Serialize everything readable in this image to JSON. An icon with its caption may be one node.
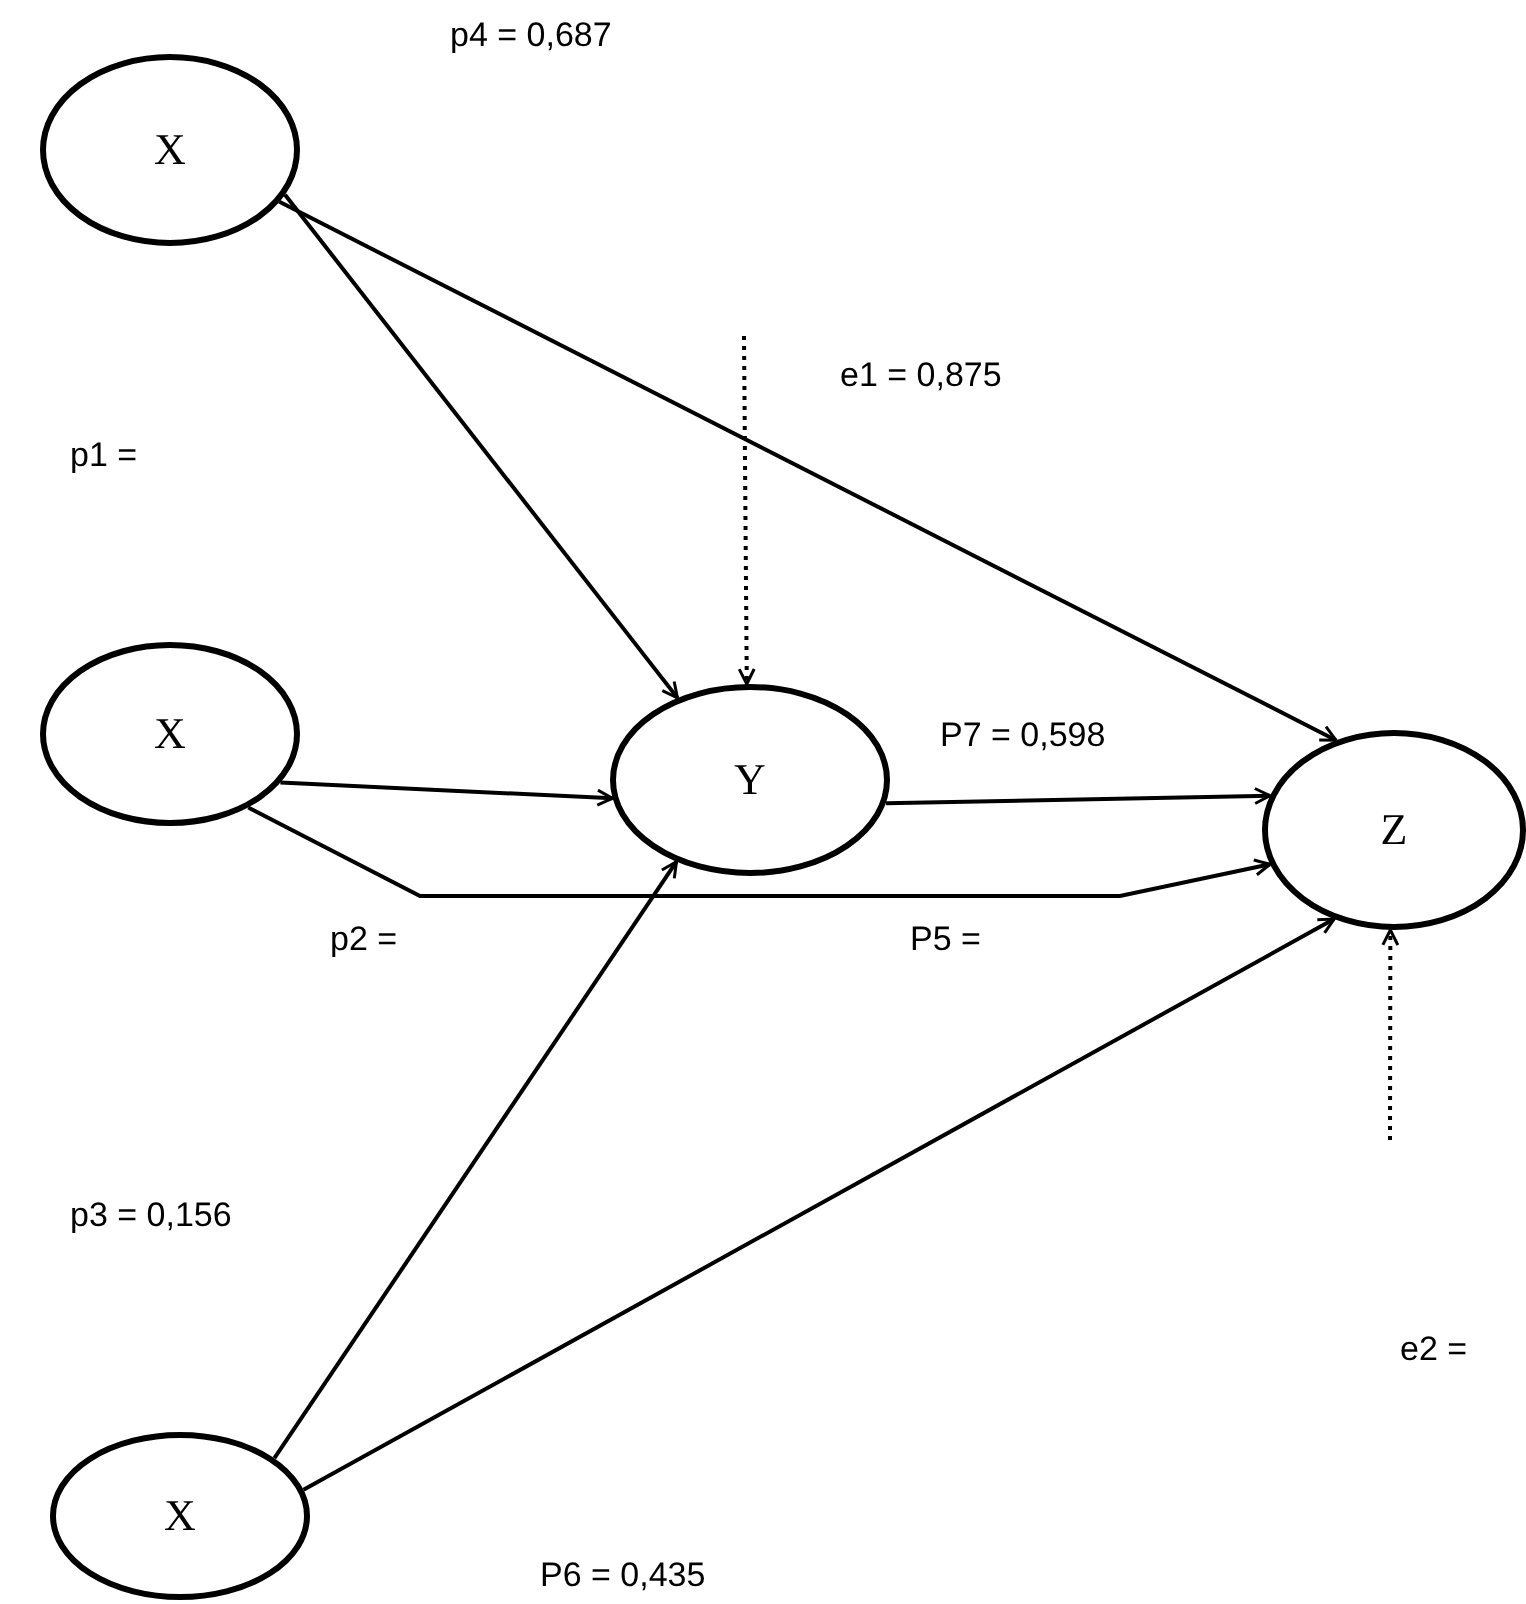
{
  "diagram": {
    "nodes": [
      {
        "text": [
          "X"
        ]
      },
      {
        "text": [
          "X"
        ]
      },
      {
        "text": [
          "Y"
        ]
      },
      {
        "text": [
          "Z"
        ]
      },
      {
        "text": [
          "X"
        ]
      }
    ],
    "edges": [
      {
        "from": 0,
        "to": 2,
        "arrow": "to"
      },
      {
        "from": 0,
        "to": 3,
        "arrow": "to"
      },
      {
        "from": 1,
        "to": 2,
        "arrow": "to"
      },
      {
        "from": 1,
        "to": 3,
        "arrow": "to"
      },
      {
        "from": 2,
        "to": 3,
        "arrow": "to"
      },
      {
        "from": 4,
        "to": 2,
        "arrow": "to"
      },
      {
        "from": 4,
        "to": 3,
        "arrow": "to"
      },
      {
        "from": null,
        "to": 2,
        "arrow": "to",
        "style": "dashed"
      },
      {
        "from": null,
        "to": 3,
        "arrow": "to",
        "style": "dashed"
      }
    ],
    "labels": [
      "p4 = 0,687",
      "e1 = 0,875",
      "p1 =",
      "P7 = 0,598",
      "p2 =",
      "P5 =",
      "p3 = 0,156",
      "e2 =",
      "P6 = 0,435"
    ]
  }
}
